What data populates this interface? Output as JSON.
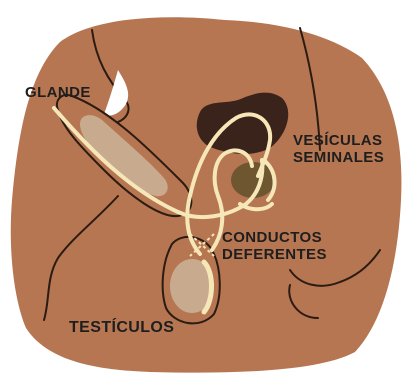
{
  "labels": {
    "glande": "GLANDE",
    "vesiculas_line1": "VESÍCULAS",
    "vesiculas_line2": "SEMINALES",
    "conductos_line1": "CONDUCTOS",
    "conductos_line2": "DEFERENTES",
    "testiculos": "TESTÍCULOS"
  },
  "colors": {
    "skin": "#b67652",
    "outline": "#2b1b12",
    "organ_fill": "#c8ab8e",
    "duct": "#f6e7b9",
    "bladder": "#3a231a",
    "vesicle": "#6e5630"
  }
}
